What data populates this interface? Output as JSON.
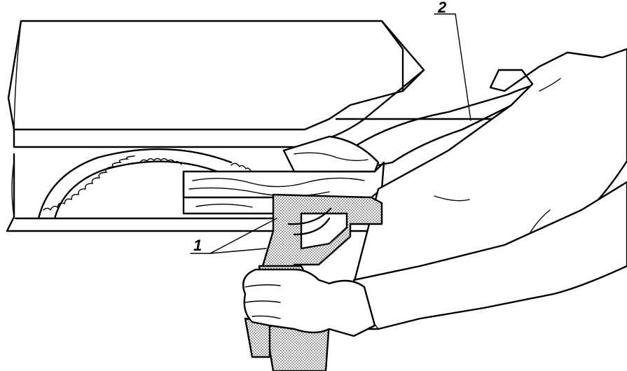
{
  "figure": {
    "callouts": [
      {
        "id": "1",
        "label": "1"
      },
      {
        "id": "2",
        "label": "2"
      }
    ],
    "colors": {
      "ink": "#000000",
      "paper": "#ffffff",
      "stipple": "#b5b5b5"
    }
  }
}
